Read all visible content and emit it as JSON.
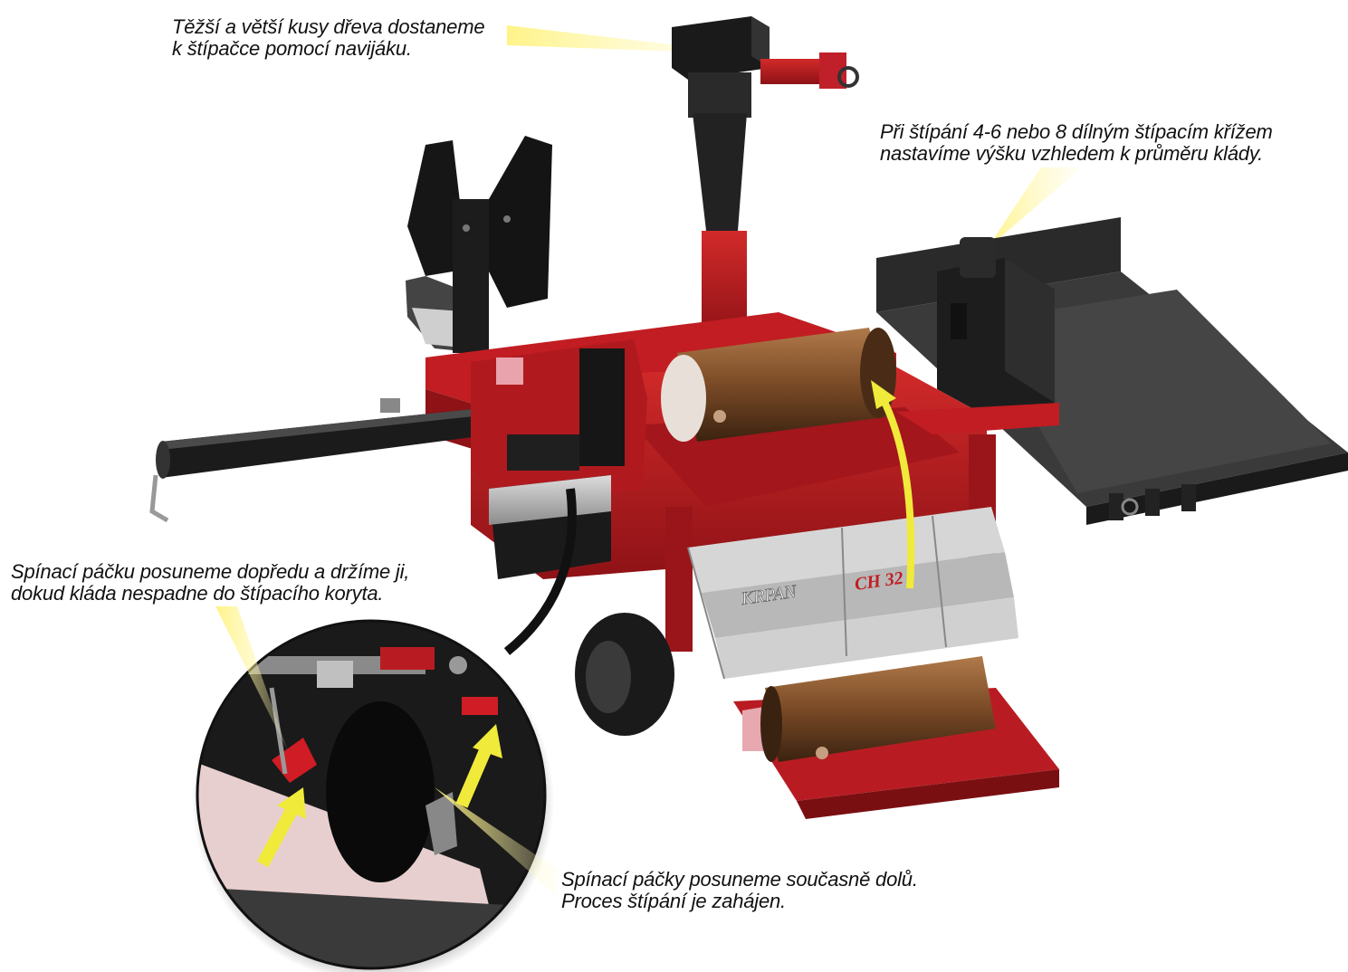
{
  "callouts": {
    "winch": {
      "line1": "Těžší a větší kusy dřeva dostaneme",
      "line2": "k štípačce pomocí navijáku."
    },
    "height": {
      "line1": "Při štípání 4-6 nebo 8 dílným štípacím křížem",
      "line2": "nastavíme výšku vzhledem k průměru klády."
    },
    "lever_forward": {
      "line1": "Spínací páčku posuneme dopředu a držíme ji,",
      "line2": "dokud kláda nespadne do štípacího koryta."
    },
    "levers_down": {
      "line1": "Spínací páčky posuneme současně dolů.",
      "line2": "Proces štípání je zahájen."
    }
  },
  "machine": {
    "brand": "KRPAN",
    "model": "CH 32"
  },
  "colors": {
    "frame_red": "#b0191e",
    "dark_red": "#7a0f12",
    "black": "#1a1a1a",
    "grey": "#9a9a9a",
    "light_grey": "#c8c8c8",
    "bronze": "#8a5a32",
    "highlight_yellow": "#f0ea3a",
    "pink_panel": "#e8cfcf"
  }
}
